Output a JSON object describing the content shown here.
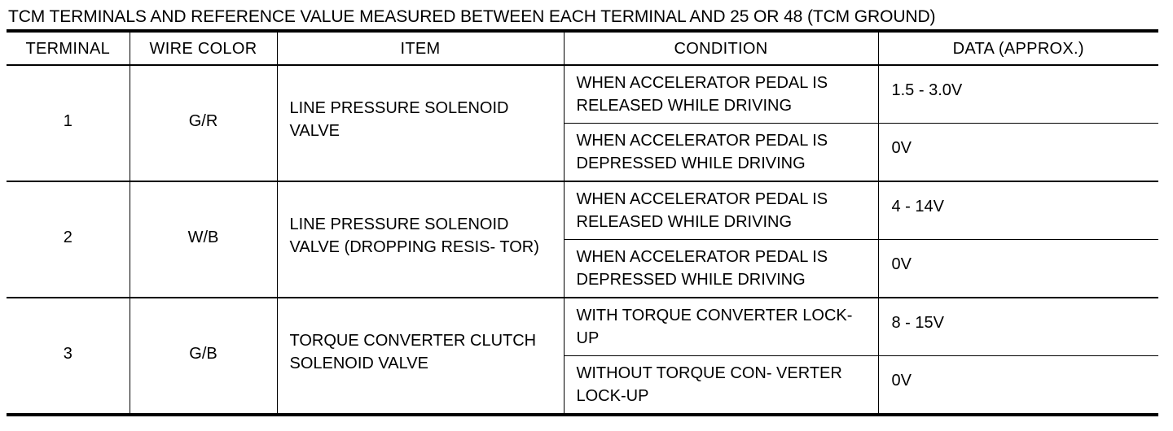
{
  "title": "TCM TERMINALS AND REFERENCE VALUE MEASURED BETWEEN EACH TERMINAL AND 25 OR 48 (TCM GROUND)",
  "headers": {
    "terminal": "TERMINAL",
    "wire_color": "WIRE COLOR",
    "item": "ITEM",
    "condition": "CONDITION",
    "data": "DATA (APPROX.)"
  },
  "rows": [
    {
      "terminal": "1",
      "wire_color": "G/R",
      "item": "LINE PRESSURE SOLENOID VALVE",
      "conditions": [
        {
          "condition": "WHEN ACCELERATOR PEDAL IS RELEASED WHILE DRIVING",
          "data": "1.5 - 3.0V"
        },
        {
          "condition": "WHEN ACCELERATOR PEDAL IS DEPRESSED WHILE DRIVING",
          "data": "0V"
        }
      ]
    },
    {
      "terminal": "2",
      "wire_color": "W/B",
      "item": "LINE PRESSURE SOLENOID VALVE (DROPPING RESIS- TOR)",
      "conditions": [
        {
          "condition": "WHEN ACCELERATOR PEDAL IS RELEASED WHILE DRIVING",
          "data": "4 - 14V"
        },
        {
          "condition": "WHEN ACCELERATOR PEDAL IS DEPRESSED WHILE DRIVING",
          "data": "0V"
        }
      ]
    },
    {
      "terminal": "3",
      "wire_color": "G/B",
      "item": "TORQUE CONVERTER CLUTCH SOLENOID VALVE",
      "conditions": [
        {
          "condition": "WITH TORQUE CONVERTER LOCK-UP",
          "data": "8 - 15V"
        },
        {
          "condition": "WITHOUT TORQUE CON- VERTER LOCK-UP",
          "data": "0V"
        }
      ]
    }
  ]
}
